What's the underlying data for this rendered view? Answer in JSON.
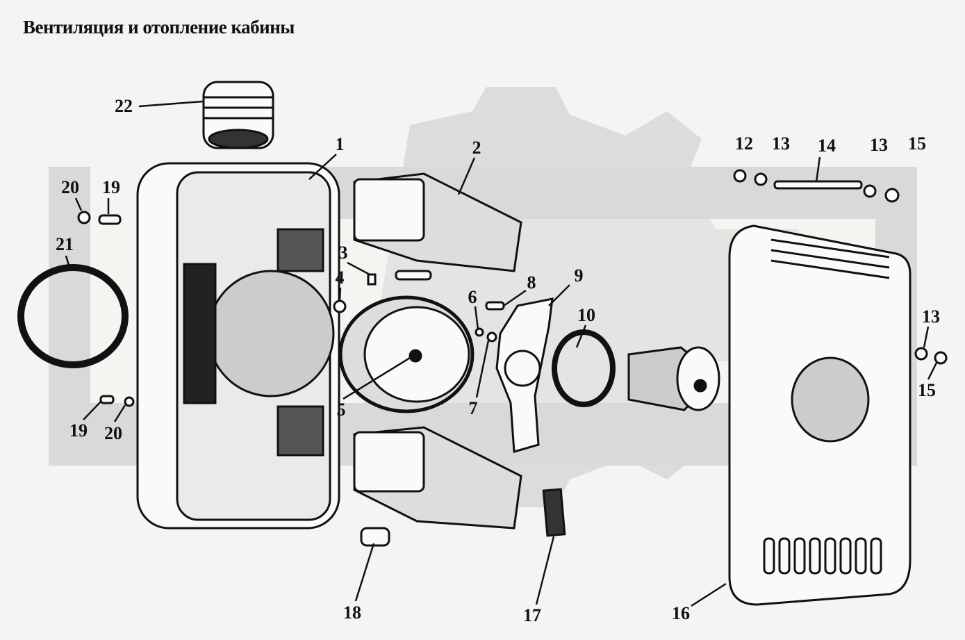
{
  "title": "Вентиляция и отопление кабины",
  "watermark": "gear-logo",
  "colors": {
    "background": "#f4f4f2",
    "watermark": "#d9d9d9",
    "ink": "#111111"
  },
  "callouts": [
    "22",
    "1",
    "2",
    "20",
    "19",
    "21",
    "3",
    "4",
    "8",
    "9",
    "6",
    "10",
    "5",
    "7",
    "19",
    "20",
    "12",
    "13",
    "14",
    "13",
    "15",
    "13",
    "15",
    "18",
    "17",
    "16"
  ]
}
